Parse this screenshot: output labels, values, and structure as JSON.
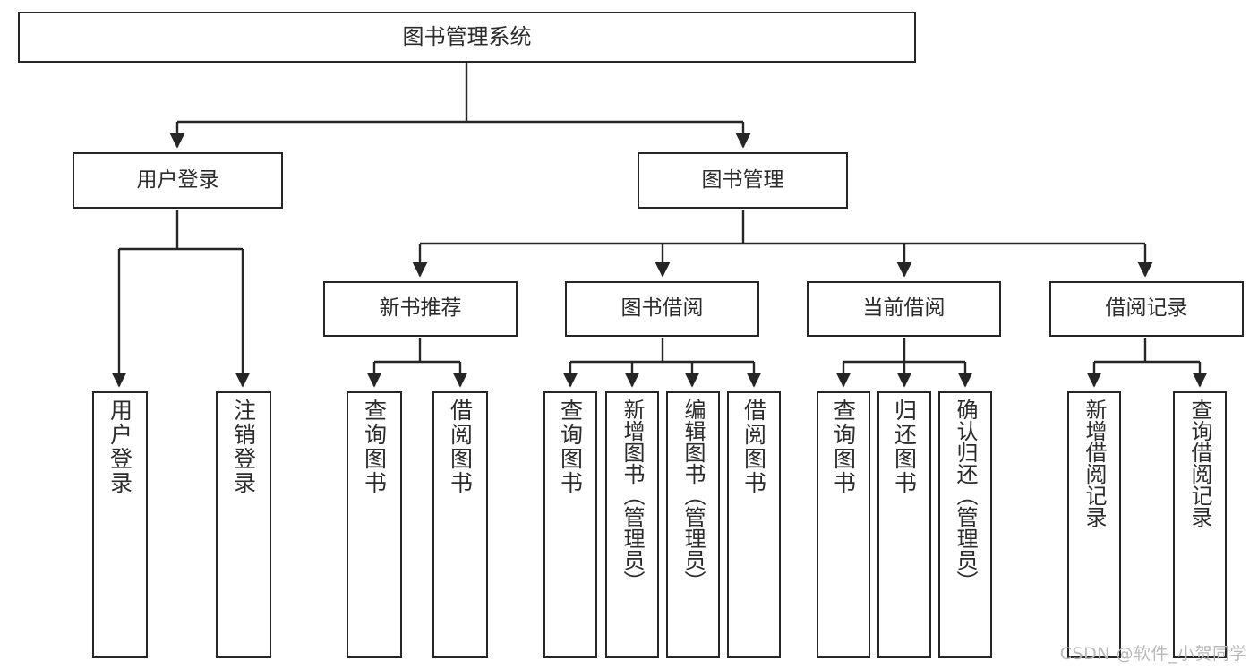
{
  "diagram": {
    "type": "tree",
    "title": "图书管理系统",
    "orientation": "top-down",
    "line_color": "#262626",
    "box_fill": "#ffffff",
    "text_color": "#2b2b2b"
  },
  "nodes": {
    "root": {
      "label": "图书管理系统",
      "level": 0
    },
    "level1": [
      {
        "label": "用户登录",
        "level": 1
      },
      {
        "label": "图书管理",
        "level": 1
      }
    ],
    "level2": [
      {
        "label": "新书推荐",
        "level": 2
      },
      {
        "label": "图书借阅",
        "level": 2
      },
      {
        "label": "当前借阅",
        "level": 2
      },
      {
        "label": "借阅记录",
        "level": 2
      }
    ],
    "leaves": {
      "user_login": [
        {
          "label": "用户登录"
        },
        {
          "label": "注销登录"
        }
      ],
      "new_book_recommend": [
        {
          "label": "查询图书"
        },
        {
          "label": "借阅图书"
        }
      ],
      "book_borrow": [
        {
          "label": "查询图书"
        },
        {
          "label": "新增图书（管理员）"
        },
        {
          "label": "编辑图书（管理员）"
        },
        {
          "label": "借阅图书"
        }
      ],
      "current_borrow": [
        {
          "label": "查询图书"
        },
        {
          "label": "归还图书"
        },
        {
          "label": "确认归还（管理员）"
        }
      ],
      "borrow_record": [
        {
          "label": "新增借阅记录"
        },
        {
          "label": "查询借阅记录"
        }
      ]
    }
  },
  "watermark": {
    "text": "CSDN @软件_小贺同学"
  }
}
